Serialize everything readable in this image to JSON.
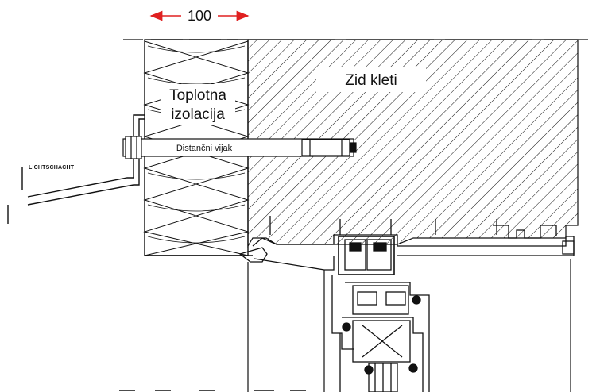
{
  "labels": {
    "dimension": "100",
    "wall": "Zid kleti",
    "insulation_line1": "Toplotna",
    "insulation_line2": "izolacija",
    "screw": "Distančni vijak",
    "lightwell": "LICHTSCHACHT"
  },
  "colors": {
    "line": "#111111",
    "dimension_arrow": "#e02020",
    "label_bg": "#ffffff"
  }
}
